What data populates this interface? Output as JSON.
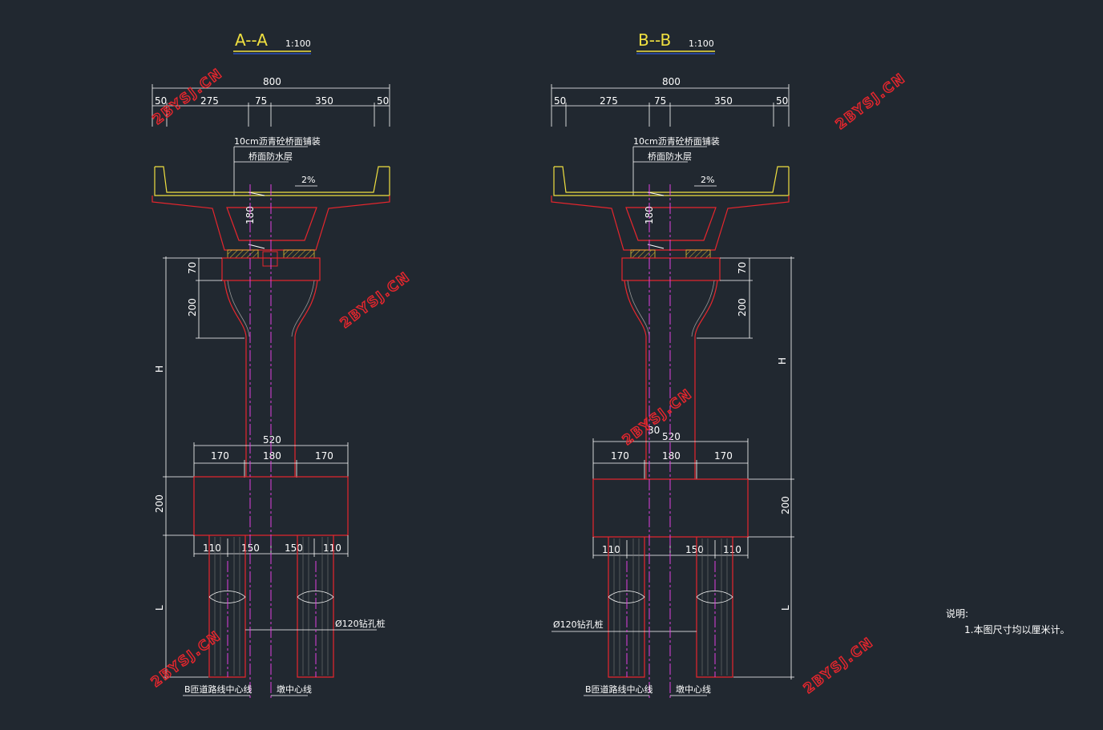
{
  "colors": {
    "background": "#212830",
    "outline": "#e8262d",
    "centerline": "#e040e0",
    "deck": "#f0e040",
    "dim": "#ffffff"
  },
  "sections": [
    {
      "title": "A--A",
      "scale": "1:100",
      "dims_top": {
        "total": "800",
        "d1": "50",
        "d2": "275",
        "d3": "75",
        "d4": "350",
        "d5": "50"
      },
      "deck_note1": "10cm沥青砼桥面铺装",
      "deck_note2": "桥面防水层",
      "slope": "2%",
      "box_height": "180",
      "pier_dims": {
        "cap": "70",
        "flare": "200",
        "height": "H"
      },
      "cap_dims": {
        "total": "520",
        "a": "170",
        "b": "180",
        "c": "170"
      },
      "footing": "200",
      "pile_dims": {
        "a": "110",
        "b": "150",
        "c": "150",
        "d": "110"
      },
      "pile_len": "L",
      "pile_label": "Ø120钻孔桩",
      "road_center": "B匝道路线中心线",
      "pier_center": "墩中心线"
    },
    {
      "title": "B--B",
      "scale": "1:100",
      "dims_top": {
        "total": "800",
        "d1": "50",
        "d2": "275",
        "d3": "75",
        "d4": "350",
        "d5": "50"
      },
      "deck_note1": "10cm沥青砼桥面铺装",
      "deck_note2": "桥面防水层",
      "slope": "2%",
      "box_height": "180",
      "pier_dims": {
        "cap": "70",
        "flare": "200",
        "height": "H"
      },
      "cap_dims": {
        "total": "520",
        "a": "170",
        "b": "180",
        "c": "170",
        "extra": "30"
      },
      "footing": "200",
      "pile_dims": {
        "a": "110",
        "b": "150",
        "c": "110"
      },
      "pile_len": "L",
      "pile_label": "Ø120钻孔桩",
      "road_center": "B匝道路线中心线",
      "pier_center": "墩中心线"
    }
  ],
  "notes": {
    "title": "说明:",
    "line1": "1.本图尺寸均以厘米计。"
  },
  "watermark": "2BYSJ.CN"
}
